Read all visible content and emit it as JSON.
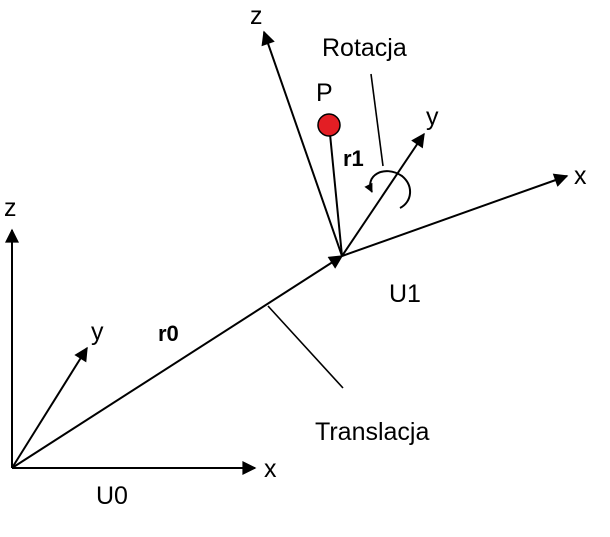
{
  "frame_u0": {
    "name": "U0",
    "axis_x": "x",
    "axis_y": "y",
    "axis_z": "z"
  },
  "frame_u1": {
    "name": "U1",
    "axis_x": "x",
    "axis_y": "y",
    "axis_z": "z"
  },
  "vectors": {
    "r0": "r0",
    "r1": "r1"
  },
  "point": {
    "label": "P",
    "color": "#e31e24"
  },
  "annotations": {
    "rotation": "Rotacja",
    "translation": "Translacja"
  },
  "colors": {
    "ink": "#000000",
    "background": "#ffffff"
  }
}
